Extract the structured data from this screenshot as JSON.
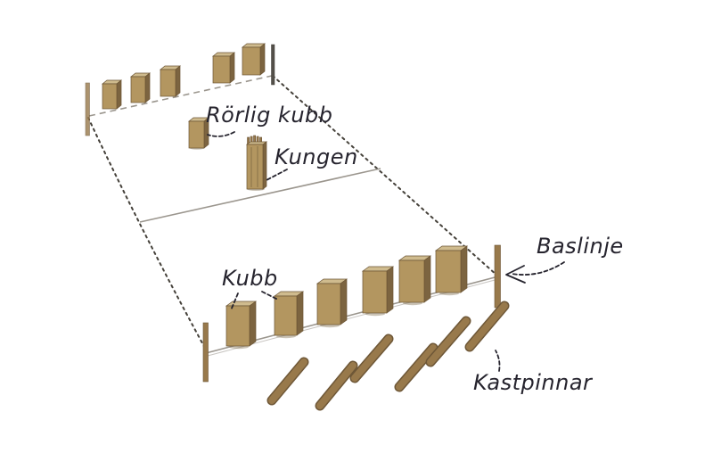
{
  "diagram": {
    "subject": "kubb-game-field-setup-illustration",
    "language": "Swedish"
  },
  "labels": {
    "rorlig_kubb": "Rörlig kubb",
    "kungen": "Kungen",
    "baslinje": "Baslinje",
    "kubb": "Kubb",
    "kastpinnar": "Kastpinnar"
  },
  "scene": {
    "back_line_kubbs": 5,
    "front_line_kubbs": 6,
    "field_kubbs": 1,
    "kings": 1,
    "corner_stakes": 4,
    "throwing_sticks": 6
  },
  "colors": {
    "background": "#ffffff",
    "wood_front": "#b39660",
    "wood_top": "#cfbb8e",
    "wood_side": "#7c6440",
    "wood_outline": "#6b5434",
    "stick": "#98794b",
    "stick_dark": "#6e5737",
    "line_gray": "#9b968e",
    "line_dark": "#45413a",
    "text": "#26242e"
  }
}
